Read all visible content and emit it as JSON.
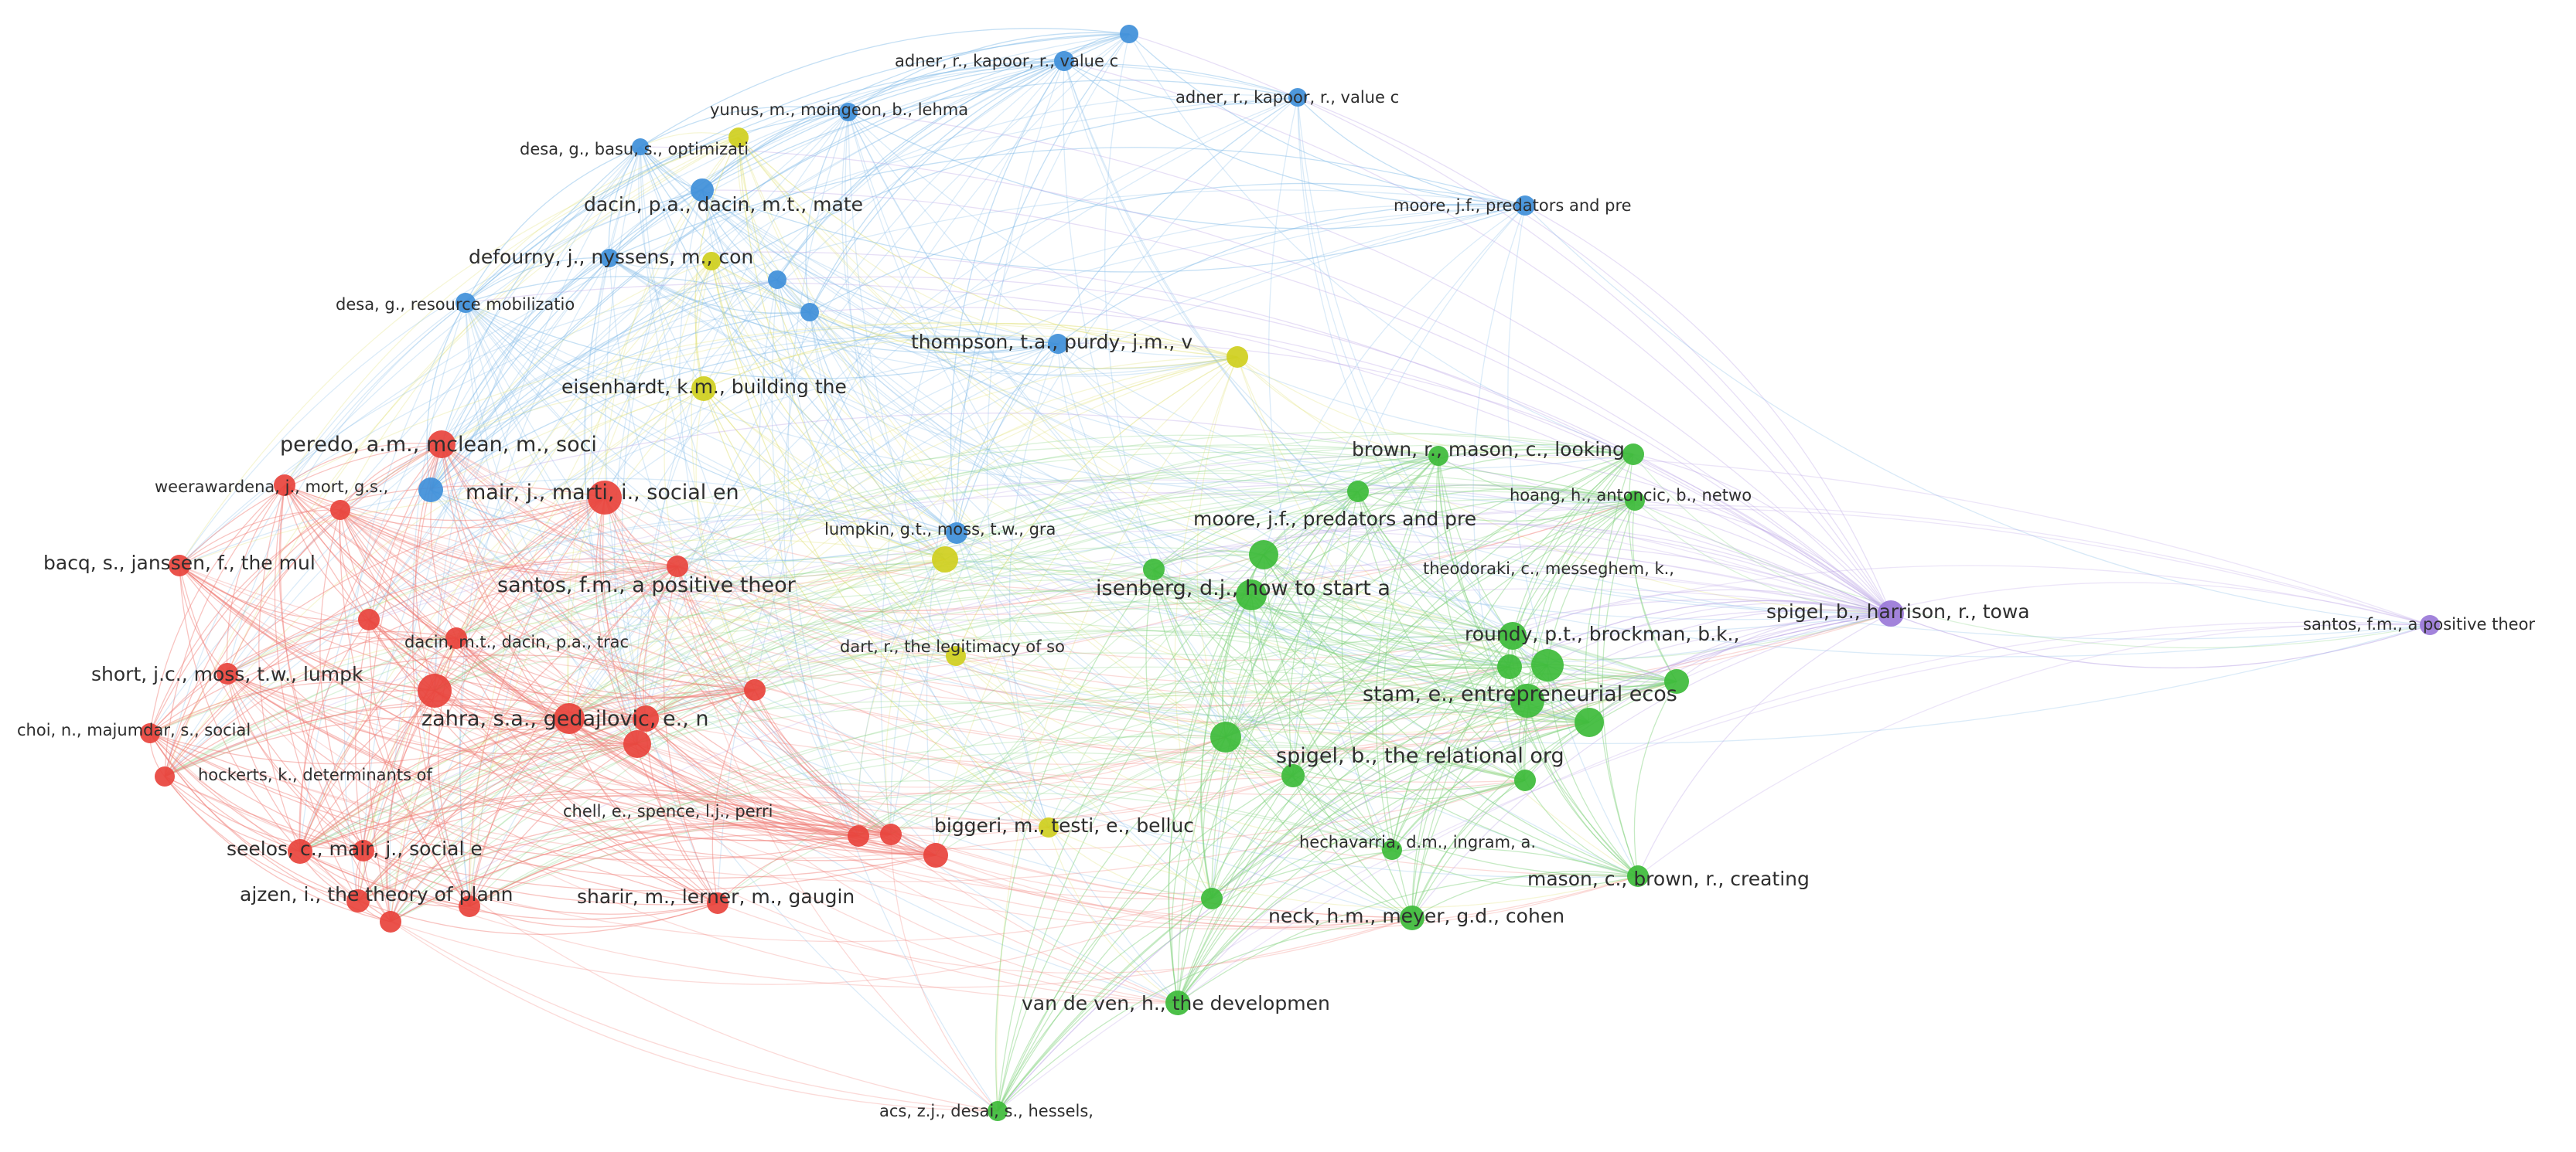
{
  "clusters": {
    "red": {
      "color": "#e8433c",
      "edge": "#f07a73"
    },
    "green": {
      "color": "#3dbb3a",
      "edge": "#7fd07a"
    },
    "blue": {
      "color": "#3f8fd9",
      "edge": "#7db7e6"
    },
    "yellow": {
      "color": "#cfcf1e",
      "edge": "#dede6a"
    },
    "purple": {
      "color": "#9a78d8",
      "edge": "#b9a3e6"
    }
  },
  "labels": {
    "adner_1": "adner, r., kapoor, r., value c",
    "adner_2": "adner, r., kapoor, r., value c",
    "yunus": "yunus, m., moingeon, b., lehma",
    "desa_basu": "desa, g., basu, s., optimizati",
    "dacin_pa": "dacin, p.a., dacin, m.t., mate",
    "moore_pred_1": "moore, j.f., predators and pre",
    "defourny": "defourny, j., nyssens, m., con",
    "desa_resource": "desa, g., resource mobilizatio",
    "thompson": "thompson, t.a., purdy, j.m., v",
    "eisenhardt": "eisenhardt, k.m., building the",
    "peredo": "peredo, a.m., mclean, m., soci",
    "brown_mason": "brown, r., mason, c., looking",
    "weerawardena": "weerawardena, j., mort, g.s.,",
    "mair_marti": "mair, j., marti, i., social en",
    "hoang": "hoang, h., antoncic, b., netwo",
    "lumpkin": "lumpkin, g.t., moss, t.w., gra",
    "moore_pred_2": "moore, j.f., predators and pre",
    "bacq": "bacq, s., janssen, f., the mul",
    "theodoraki": "theodoraki, c., messeghem, k.,",
    "santos_main": "santos, f.m., a positive theor",
    "isenberg": "isenberg, d.j., how to start a",
    "spigel_harrison": "spigel, b., harrison, r., towa",
    "santos_purple": "santos, f.m., a positive theor",
    "dacin_mt": "dacin, m.t., dacin, p.a., trac",
    "dart": "dart, r., the legitimacy of so",
    "roundy": "roundy, p.t., brockman, b.k.,",
    "short": "short, j.c., moss, t.w., lumpk",
    "stam": "stam, e., entrepreneurial ecos",
    "choi": "choi, n., majumdar, s., social",
    "zahra": "zahra, s.a., gedajlovic, e., n",
    "spigel_relational": "spigel, b., the relational org",
    "hockerts": "hockerts, k., determinants of",
    "chell": "chell, e., spence, l.j., perri",
    "biggeri": "biggeri, m., testi, e., belluc",
    "hechavarria": "hechavarria, d.m., ingram, a.",
    "seelos": "seelos, c., mair, j., social e",
    "mason_brown": "mason, c., brown, r., creating",
    "ajzen": "ajzen, i., the theory of plann",
    "sharir": "sharir, m., lerner, m., gaugin",
    "neck": "neck, h.m., meyer, g.d., cohen",
    "vandeven": "van de ven, h., the developmen",
    "acs": "acs, z.j., desai, s., hessels,"
  }
}
